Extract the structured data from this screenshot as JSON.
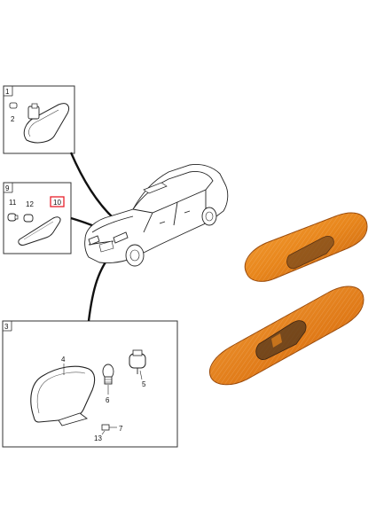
{
  "diagram": {
    "panels": [
      {
        "id": "panel-1",
        "number": "1",
        "callouts": [
          "2"
        ]
      },
      {
        "id": "panel-9",
        "number": "9",
        "callouts": [
          "11",
          "12",
          "10"
        ],
        "highlighted_callout": "10"
      },
      {
        "id": "panel-3",
        "number": "3",
        "callouts": [
          "4",
          "5",
          "6",
          "7",
          "13"
        ]
      }
    ],
    "highlight_color": "#e8212b",
    "line_color": "#111111",
    "amber_color": "#e8861c",
    "amber_dark": "#b9560c",
    "smoke_color": "#5a3a1c"
  }
}
